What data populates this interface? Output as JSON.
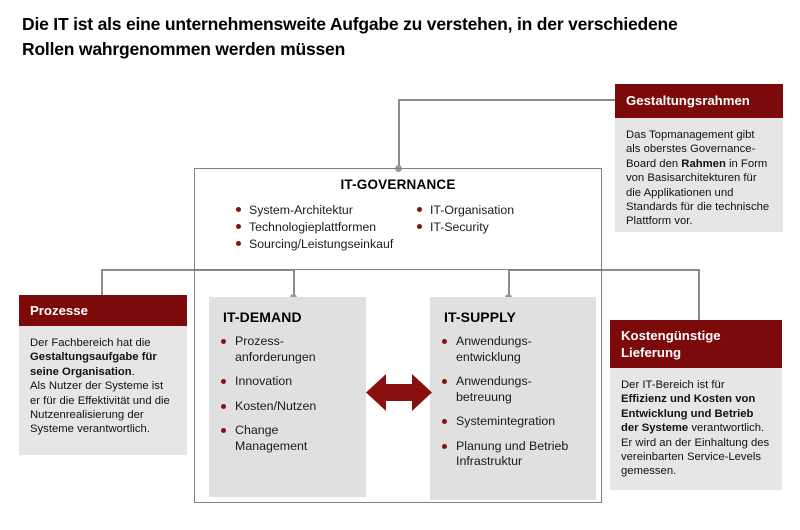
{
  "page_title": "Die IT ist als eine unternehmensweite Aufgabe zu verstehen, in der verschiedene Rollen wahrgenommen werden müssen",
  "colors": {
    "accent_dark_red": "#7d0a0a",
    "bullet_red": "#8a0f0f",
    "panel_gray": "#e0e0e0",
    "callout_body_gray": "#e6e6e6",
    "line_gray": "#8c8c8c"
  },
  "governance": {
    "heading": "IT-GOVERNANCE",
    "column_left": [
      "System-Architektur",
      "Technologieplattformen",
      "Sourcing/Leistungseinkauf"
    ],
    "column_right": [
      "IT-Organisation",
      "IT-Security"
    ]
  },
  "demand": {
    "heading": "IT-DEMAND",
    "items": [
      "Prozess-\nanforderungen",
      "Innovation",
      "Kosten/Nutzen",
      "Change\nManagement"
    ]
  },
  "supply": {
    "heading": "IT-SUPPLY",
    "items": [
      "Anwendungs-\nentwicklung",
      "Anwendungs-\nbetreuung",
      "Systemintegration",
      "Planung und Betrieb\nInfrastruktur"
    ]
  },
  "callouts": {
    "gestaltungsrahmen": {
      "title": "Gestaltungsrahmen",
      "body_html": "Das Topmanagement gibt als oberstes Governance-Board den <b>Rahmen</b> in Form von Basisarchitekturen für die Applikationen und Standards für die technische Plattform vor."
    },
    "prozesse": {
      "title": "Prozesse",
      "body_html": "Der Fachbereich hat die <b>Gestaltungsaufgabe für seine Organisation</b>.<br>Als Nutzer der Systeme ist er für die Effektivität und die Nutzenrealisierung der Systeme verantwortlich."
    },
    "kostenguenstige_lieferung": {
      "title": "Kostengünstige Lieferung",
      "body_html": "Der IT-Bereich ist für <b>Effizienz und Kosten von Entwicklung und Betrieb der Systeme</b> verantwortlich. Er wird an der Einhaltung des vereinbarten Service-Levels gemessen."
    }
  },
  "arrow": {
    "name": "bidirectional-demand-supply-arrow"
  }
}
